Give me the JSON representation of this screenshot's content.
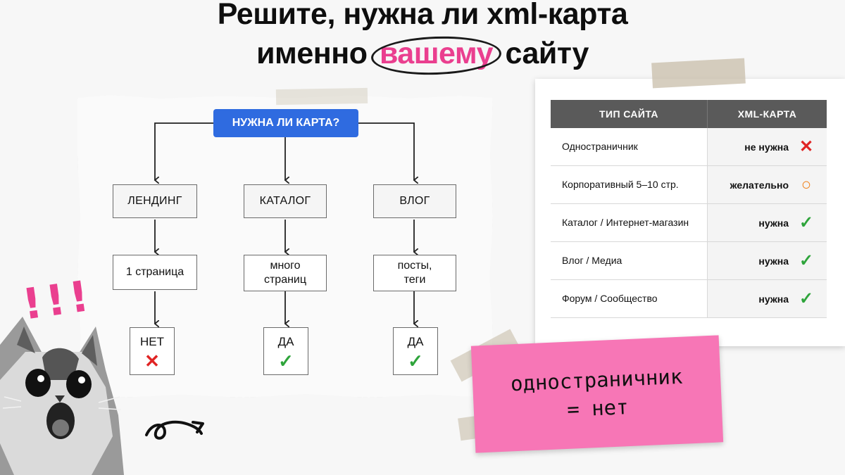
{
  "title": {
    "line1": "Решите, нужна ли xml-карта",
    "line2_before": "именно",
    "line2_accent": "вашему",
    "line2_after": "сайту"
  },
  "flowchart": {
    "question": "НУЖНА ЛИ КАРТА?",
    "branches": [
      {
        "category": "ЛЕНДИНГ",
        "detail": "1 страница",
        "answer": "НЕТ",
        "mark": "cross-icon"
      },
      {
        "category": "КАТАЛОГ",
        "detail": "много страниц",
        "answer": "ДА",
        "mark": "check-icon"
      },
      {
        "category": "ВЛОГ",
        "detail": "посты, теги",
        "answer": "ДА",
        "mark": "check-icon"
      }
    ]
  },
  "table": {
    "headers": [
      "ТИП САЙТА",
      "XML-КАРТА"
    ],
    "rows": [
      {
        "type": "Одностраничник",
        "map": "не нужна",
        "icon": "cross-icon"
      },
      {
        "type": "Корпоративный 5–10 стр.",
        "map": "желательно",
        "icon": "circle-icon"
      },
      {
        "type": "Каталог / Интернет-магазин",
        "map": "нужна",
        "icon": "check-icon"
      },
      {
        "type": "Влог / Медиа",
        "map": "нужна",
        "icon": "check-icon"
      },
      {
        "type": "Форум / Сообщество",
        "map": "нужна",
        "icon": "check-icon"
      }
    ]
  },
  "note": {
    "line1": "одностраничник",
    "line2": "= нет"
  },
  "exclaim": "!!!",
  "colors": {
    "accent_pink": "#ea3f8f",
    "question_blue": "#2f6be0",
    "sticky_pink": "#f776b6",
    "cross_red": "#e02424",
    "check_green": "#2ea43b",
    "circle_orange": "#f0831e"
  }
}
